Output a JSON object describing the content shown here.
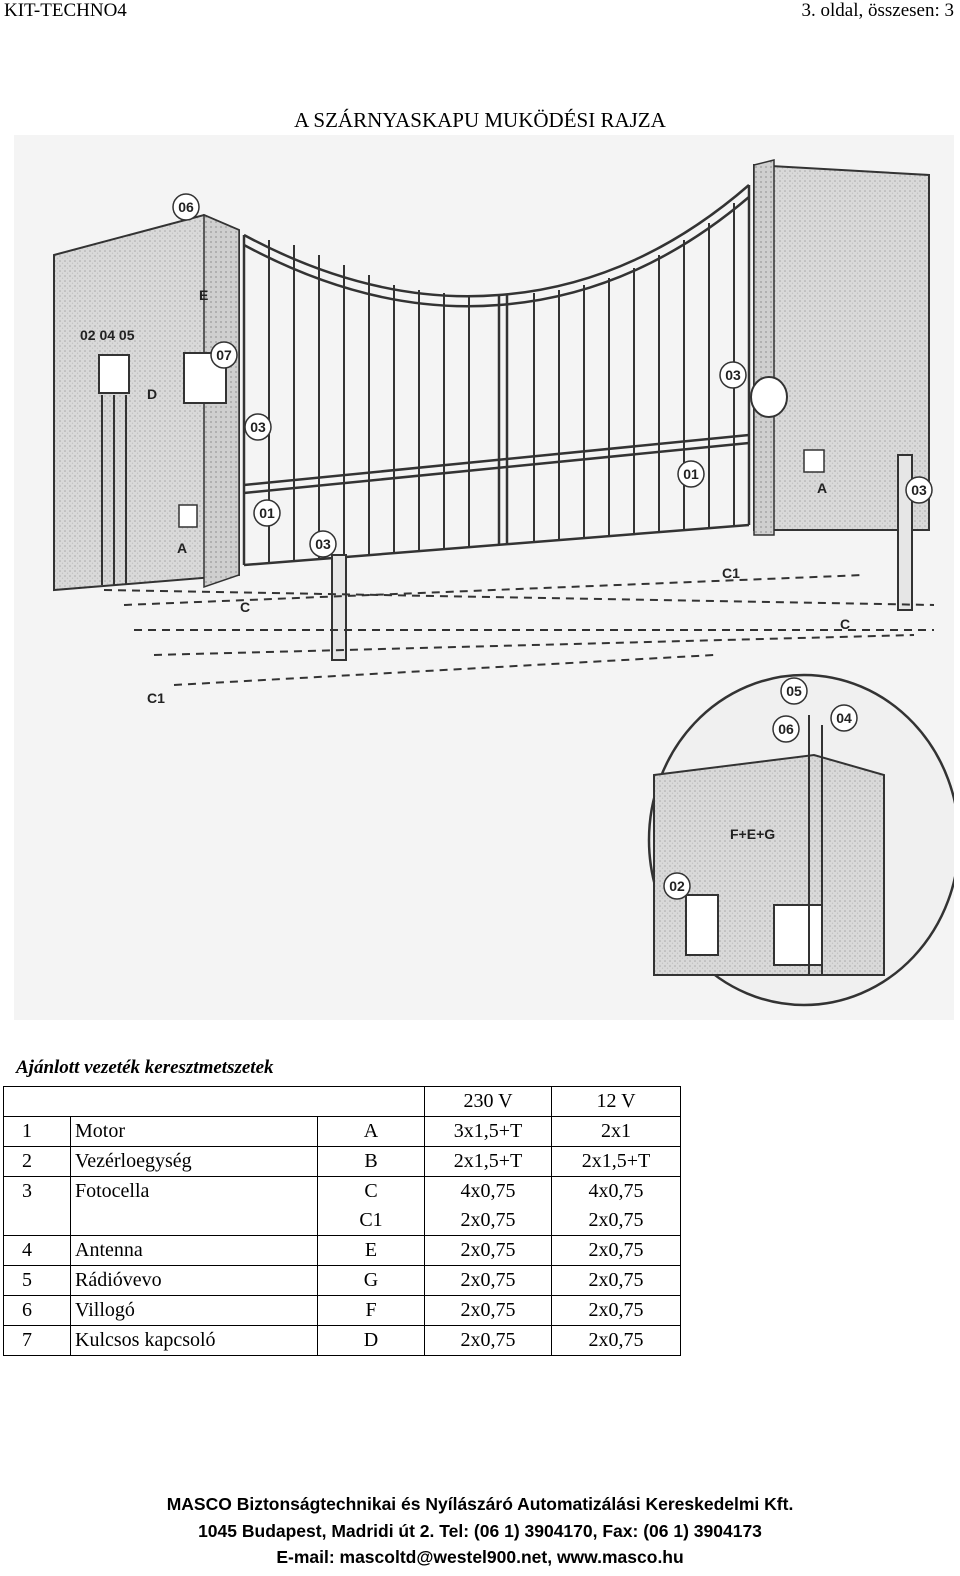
{
  "header": {
    "left": "KIT-TECHNO4",
    "right": "3. oldal, összesen: 3"
  },
  "title": "A SZÁRNYASKAPU MUKÖDÉSI RAJZA",
  "drawing": {
    "labels": {
      "l06": "06",
      "l020405": "02 04 05",
      "l07": "07",
      "lE": "E",
      "lD": "D",
      "l03a": "03",
      "l01a": "01",
      "lAa": "A",
      "l03b": "03",
      "lC": "C",
      "lC1a": "C1",
      "l03c": "03",
      "l01b": "01",
      "lAb": "A",
      "l03d": "03",
      "lC1b": "C1",
      "lCb": "C",
      "z05": "05",
      "z06": "06",
      "z04": "04",
      "zFEG": "F+E+G",
      "z02": "02"
    }
  },
  "subtitle": "Ajánlott vezeték keresztmetszetek",
  "table": {
    "head": {
      "v230": "230 V",
      "v12": "12 V"
    },
    "rows": [
      {
        "n": "1",
        "name": "Motor",
        "code": "A",
        "v230": "3x1,5+T",
        "v12": "2x1"
      },
      {
        "n": "2",
        "name": "Vezérloegység",
        "code": "B",
        "v230": "2x1,5+T",
        "v12": "2x1,5+T"
      },
      {
        "n": "3",
        "name": "Fotocella",
        "code": "C",
        "v230": "4x0,75",
        "v12": "4x0,75"
      },
      {
        "n": "",
        "name": "",
        "code": "C1",
        "v230": "2x0,75",
        "v12": "2x0,75"
      },
      {
        "n": "4",
        "name": "Antenna",
        "code": "E",
        "v230": "2x0,75",
        "v12": "2x0,75"
      },
      {
        "n": "5",
        "name": "Rádióvevo",
        "code": "G",
        "v230": "2x0,75",
        "v12": "2x0,75"
      },
      {
        "n": "6",
        "name": "Villogó",
        "code": "F",
        "v230": "2x0,75",
        "v12": "2x0,75"
      },
      {
        "n": "7",
        "name": "Kulcsos kapcsoló",
        "code": "D",
        "v230": "2x0,75",
        "v12": "2x0,75"
      }
    ]
  },
  "footer": {
    "line1": "MASCO Biztonságtechnikai és Nyílászáró Automatizálási Kereskedelmi Kft.",
    "line2": "1045 Budapest, Madridi út 2. Tel: (06 1) 3904170, Fax: (06 1) 3904173",
    "line3": "E-mail: mascoltd@westel900.net, www.masco.hu"
  }
}
